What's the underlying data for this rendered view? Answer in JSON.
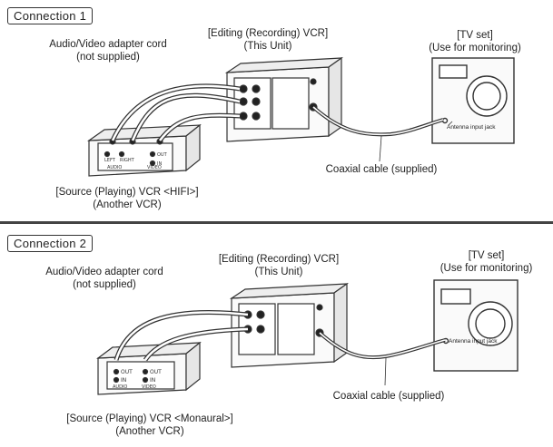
{
  "connection1": {
    "title": "Connection 1",
    "adapter_label": [
      "Audio/Video adapter cord",
      "(not supplied)"
    ],
    "editing_label": [
      "[Editing (Recording) VCR]",
      "(This Unit)"
    ],
    "tv_label": [
      "[TV set]",
      "(Use for monitoring)"
    ],
    "antenna_label": "Antenna input jack",
    "coax_label": "Coaxial cable (supplied)",
    "source_label": [
      "[Source (Playing) VCR <HIFI>]",
      "(Another VCR)"
    ],
    "source_jacks": {
      "left": "LEFT",
      "right": "RIGHT",
      "out": "OUT",
      "in": "IN",
      "audio": "AUDIO",
      "video": "VIDEO"
    }
  },
  "connection2": {
    "title": "Connection 2",
    "adapter_label": [
      "Audio/Video adapter cord",
      "(not supplied)"
    ],
    "editing_label": [
      "[Editing (Recording) VCR]",
      "(This Unit)"
    ],
    "tv_label": [
      "[TV set]",
      "(Use for monitoring)"
    ],
    "antenna_label": "Antenna input jack",
    "coax_label": "Coaxial cable (supplied)",
    "source_label": [
      "[Source (Playing) VCR <Monaural>]",
      "(Another VCR)"
    ],
    "source_jacks": {
      "out": "OUT",
      "in": "IN",
      "audio": "AUDIO",
      "video": "VIDEO"
    }
  }
}
